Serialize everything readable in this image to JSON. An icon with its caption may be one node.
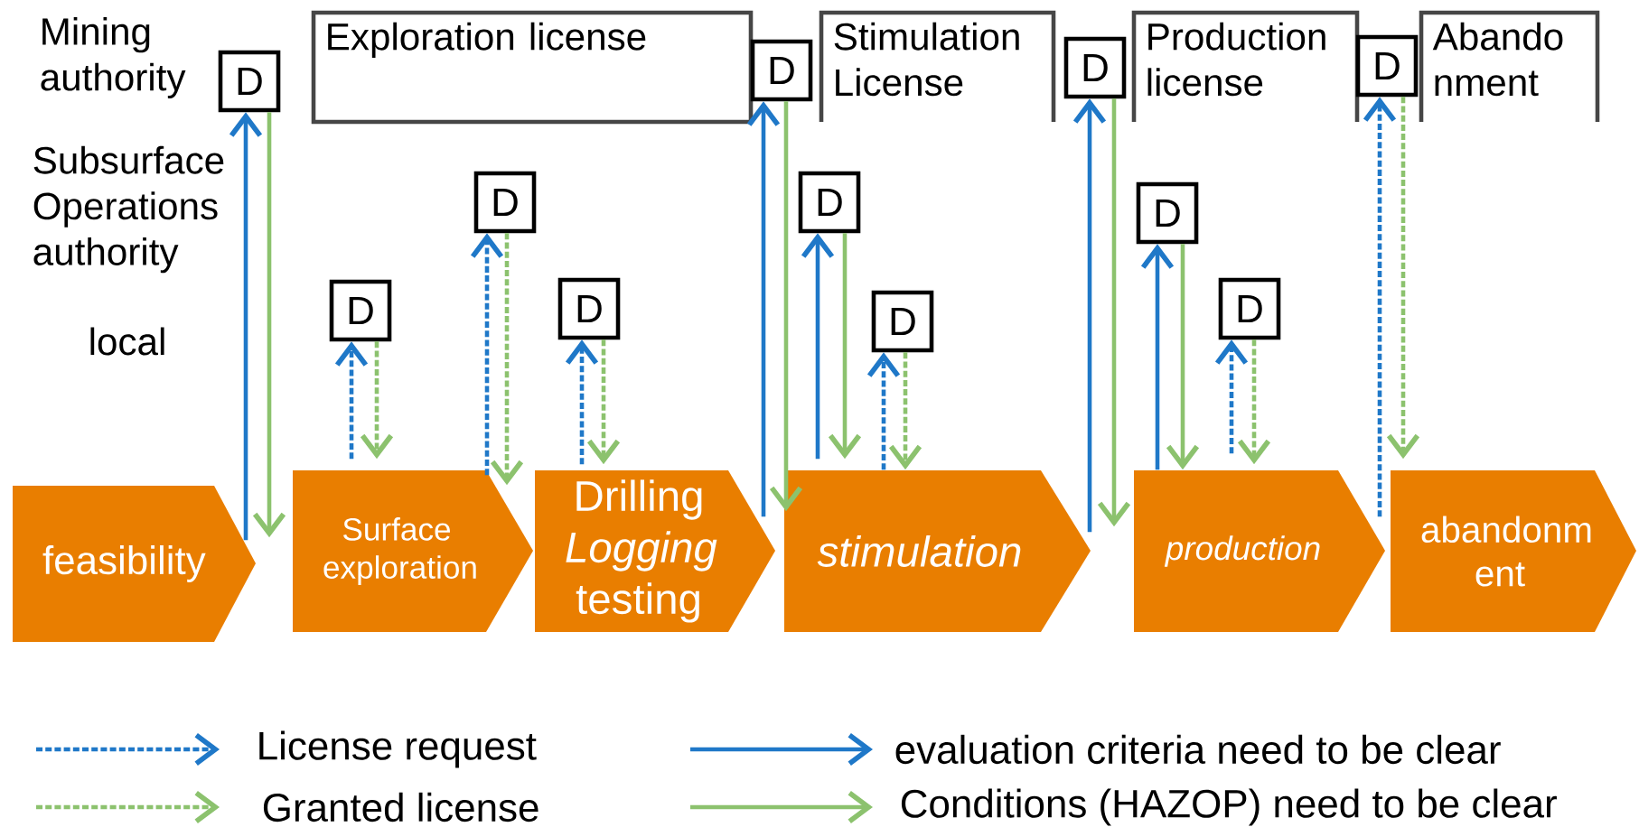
{
  "diagram": {
    "nodes": [
      {
        "text": [
          "D"
        ]
      },
      {
        "text": [
          "Exploration license"
        ]
      },
      {
        "text": [
          "D"
        ]
      },
      {
        "text": [
          "Stimulation License"
        ]
      },
      {
        "text": [
          "D"
        ]
      },
      {
        "text": [
          "Production license"
        ]
      },
      {
        "text": [
          "D"
        ]
      },
      {
        "text": [
          "Abando nment"
        ]
      },
      {
        "text": [
          "D"
        ]
      },
      {
        "text": [
          "D"
        ]
      },
      {
        "text": [
          "D"
        ]
      },
      {
        "text": [
          "D"
        ]
      },
      {
        "text": [
          "D"
        ]
      },
      {
        "text": [
          "D"
        ]
      },
      {
        "text": [
          "D"
        ]
      },
      {
        "text": [
          "feasibility"
        ]
      },
      {
        "text": [
          "Surface exploration"
        ]
      },
      {
        "text": [
          "Drilling *Logging* testing"
        ]
      },
      {
        "text": [
          "stimulation"
        ]
      },
      {
        "text": [
          "production"
        ]
      },
      {
        "text": [
          "abandonm ent"
        ]
      }
    ],
    "edges": [
      {
        "from": 15,
        "to": 0,
        "arrow": "to",
        "color": "#1f78c8"
      },
      {
        "from": 0,
        "to": 15,
        "arrow": "to",
        "color": "#8cc26e"
      },
      {
        "from": 16,
        "to": 11,
        "arrow": "to",
        "style": "dashed",
        "color": "#1f78c8"
      },
      {
        "from": 11,
        "to": 16,
        "arrow": "to",
        "style": "dashed",
        "color": "#8cc26e"
      },
      {
        "from": 16,
        "to": 8,
        "arrow": "to",
        "style": "dashed",
        "color": "#1f78c8"
      },
      {
        "from": 8,
        "to": 16,
        "arrow": "to",
        "style": "dashed",
        "color": "#8cc26e"
      },
      {
        "from": 17,
        "to": 12,
        "arrow": "to",
        "style": "dashed",
        "color": "#1f78c8"
      },
      {
        "from": 12,
        "to": 17,
        "arrow": "to",
        "style": "dashed",
        "color": "#8cc26e"
      },
      {
        "from": 17,
        "to": 2,
        "arrow": "to",
        "color": "#1f78c8"
      },
      {
        "from": 2,
        "to": 18,
        "arrow": "to",
        "color": "#8cc26e"
      },
      {
        "from": 18,
        "to": 9,
        "arrow": "to",
        "color": "#1f78c8"
      },
      {
        "from": 9,
        "to": 18,
        "arrow": "to",
        "color": "#8cc26e"
      },
      {
        "from": 18,
        "to": 13,
        "arrow": "to",
        "style": "dashed",
        "color": "#1f78c8"
      },
      {
        "from": 13,
        "to": 18,
        "arrow": "to",
        "style": "dashed",
        "color": "#8cc26e"
      },
      {
        "from": 18,
        "to": 4,
        "arrow": "to",
        "color": "#1f78c8"
      },
      {
        "from": 4,
        "to": 19,
        "arrow": "to",
        "color": "#8cc26e"
      },
      {
        "from": 19,
        "to": 10,
        "arrow": "to",
        "color": "#1f78c8"
      },
      {
        "from": 10,
        "to": 19,
        "arrow": "to",
        "color": "#8cc26e"
      },
      {
        "from": 19,
        "to": 14,
        "arrow": "to",
        "style": "dashed",
        "color": "#1f78c8"
      },
      {
        "from": 14,
        "to": 19,
        "arrow": "to",
        "style": "dashed",
        "color": "#8cc26e"
      },
      {
        "from": 19,
        "to": 6,
        "arrow": "to",
        "style": "dashed",
        "color": "#1f78c8"
      },
      {
        "from": 6,
        "to": 20,
        "arrow": "to",
        "style": "dashed",
        "color": "#8cc26e"
      }
    ],
    "labels": [
      "Mining authority",
      "Subsurface Operations authority",
      "local"
    ],
    "legend": [
      {
        "text": "License request"
      },
      {
        "text": "evaluation criteria need to be clear"
      },
      {
        "text": "Granted license"
      },
      {
        "text": "Conditions (HAZOP) need to be clear"
      }
    ]
  }
}
